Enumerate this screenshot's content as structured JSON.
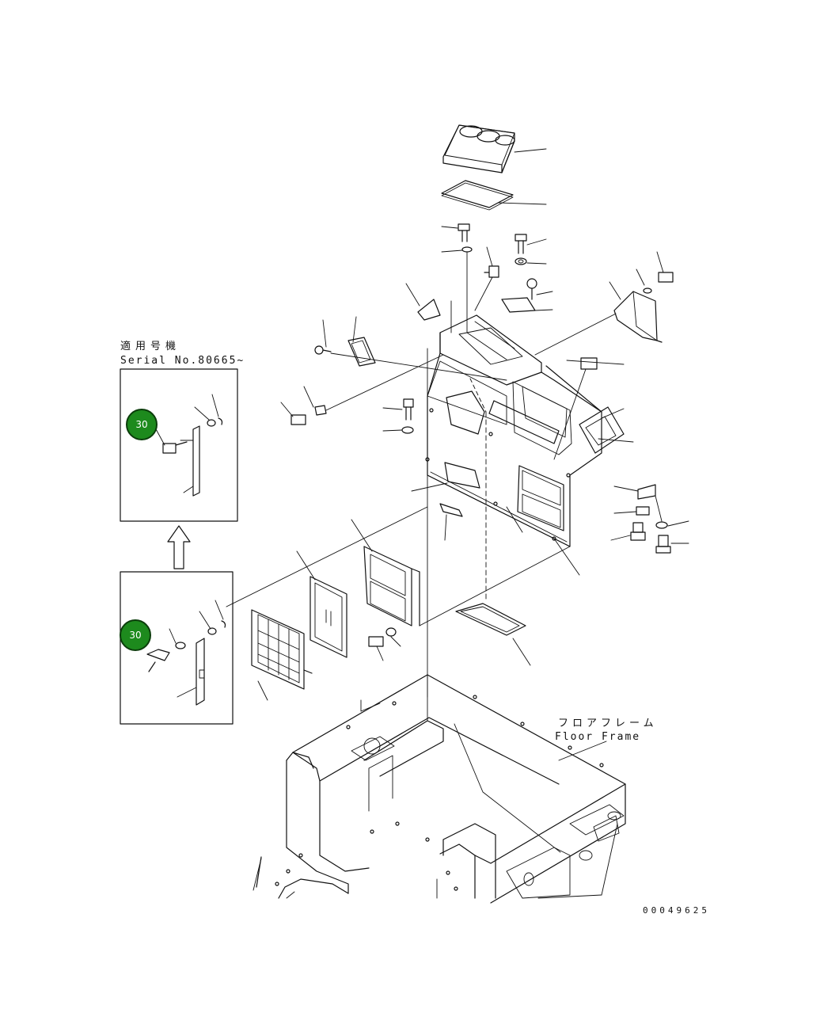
{
  "diagram": {
    "serial_note": {
      "label_ja": "適用号機",
      "label_en": "Serial No.80665~"
    },
    "floor_frame": {
      "label_ja": "フロアフレーム",
      "label_en": "Floor Frame"
    },
    "figure_number": "00049625",
    "callouts": [
      {
        "label": "30"
      },
      {
        "label": "30"
      }
    ]
  }
}
